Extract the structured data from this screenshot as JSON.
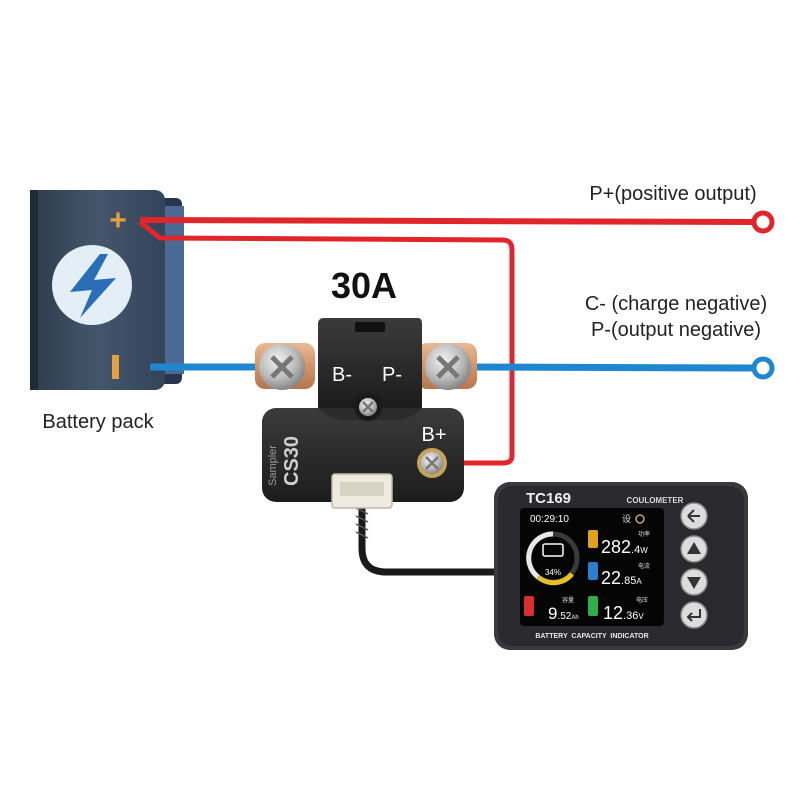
{
  "title": "30A",
  "battery": {
    "label": "Battery pack",
    "plus_symbol": "+",
    "minus_symbol": "-"
  },
  "outputs": {
    "positive": "P+(positive output)",
    "negative_line1": "C- (charge negative)",
    "negative_line2": "P-(output negative)"
  },
  "sampler": {
    "model": "CS30",
    "sub": "Sampler",
    "terminal_b_minus": "B-",
    "terminal_p_minus": "P-",
    "terminal_b_plus": "B+"
  },
  "meter": {
    "model": "TC169",
    "type": "COULOMETER",
    "time": "00:29:10",
    "battery_percent": "34%",
    "power_label": "功率",
    "power_main": "282",
    "power_dec": ".4",
    "power_unit": "W",
    "current_label": "电流",
    "current_main": "22",
    "current_dec": ".85",
    "current_unit": "A",
    "capacity_label": "容量",
    "capacity_main": "9",
    "capacity_dec": ".52",
    "capacity_unit": "Ah",
    "voltage_label": "电压",
    "voltage_main": "12",
    "voltage_dec": ".36",
    "voltage_unit": "V",
    "footer": "BATTERY  CAPACITY  INDICATOR",
    "status_icon_text": "设"
  },
  "colors": {
    "positive_wire": "#e0262b",
    "negative_wire": "#1f86d0",
    "battery_body": "#3a4a5e",
    "copper": "#d9a27a"
  }
}
